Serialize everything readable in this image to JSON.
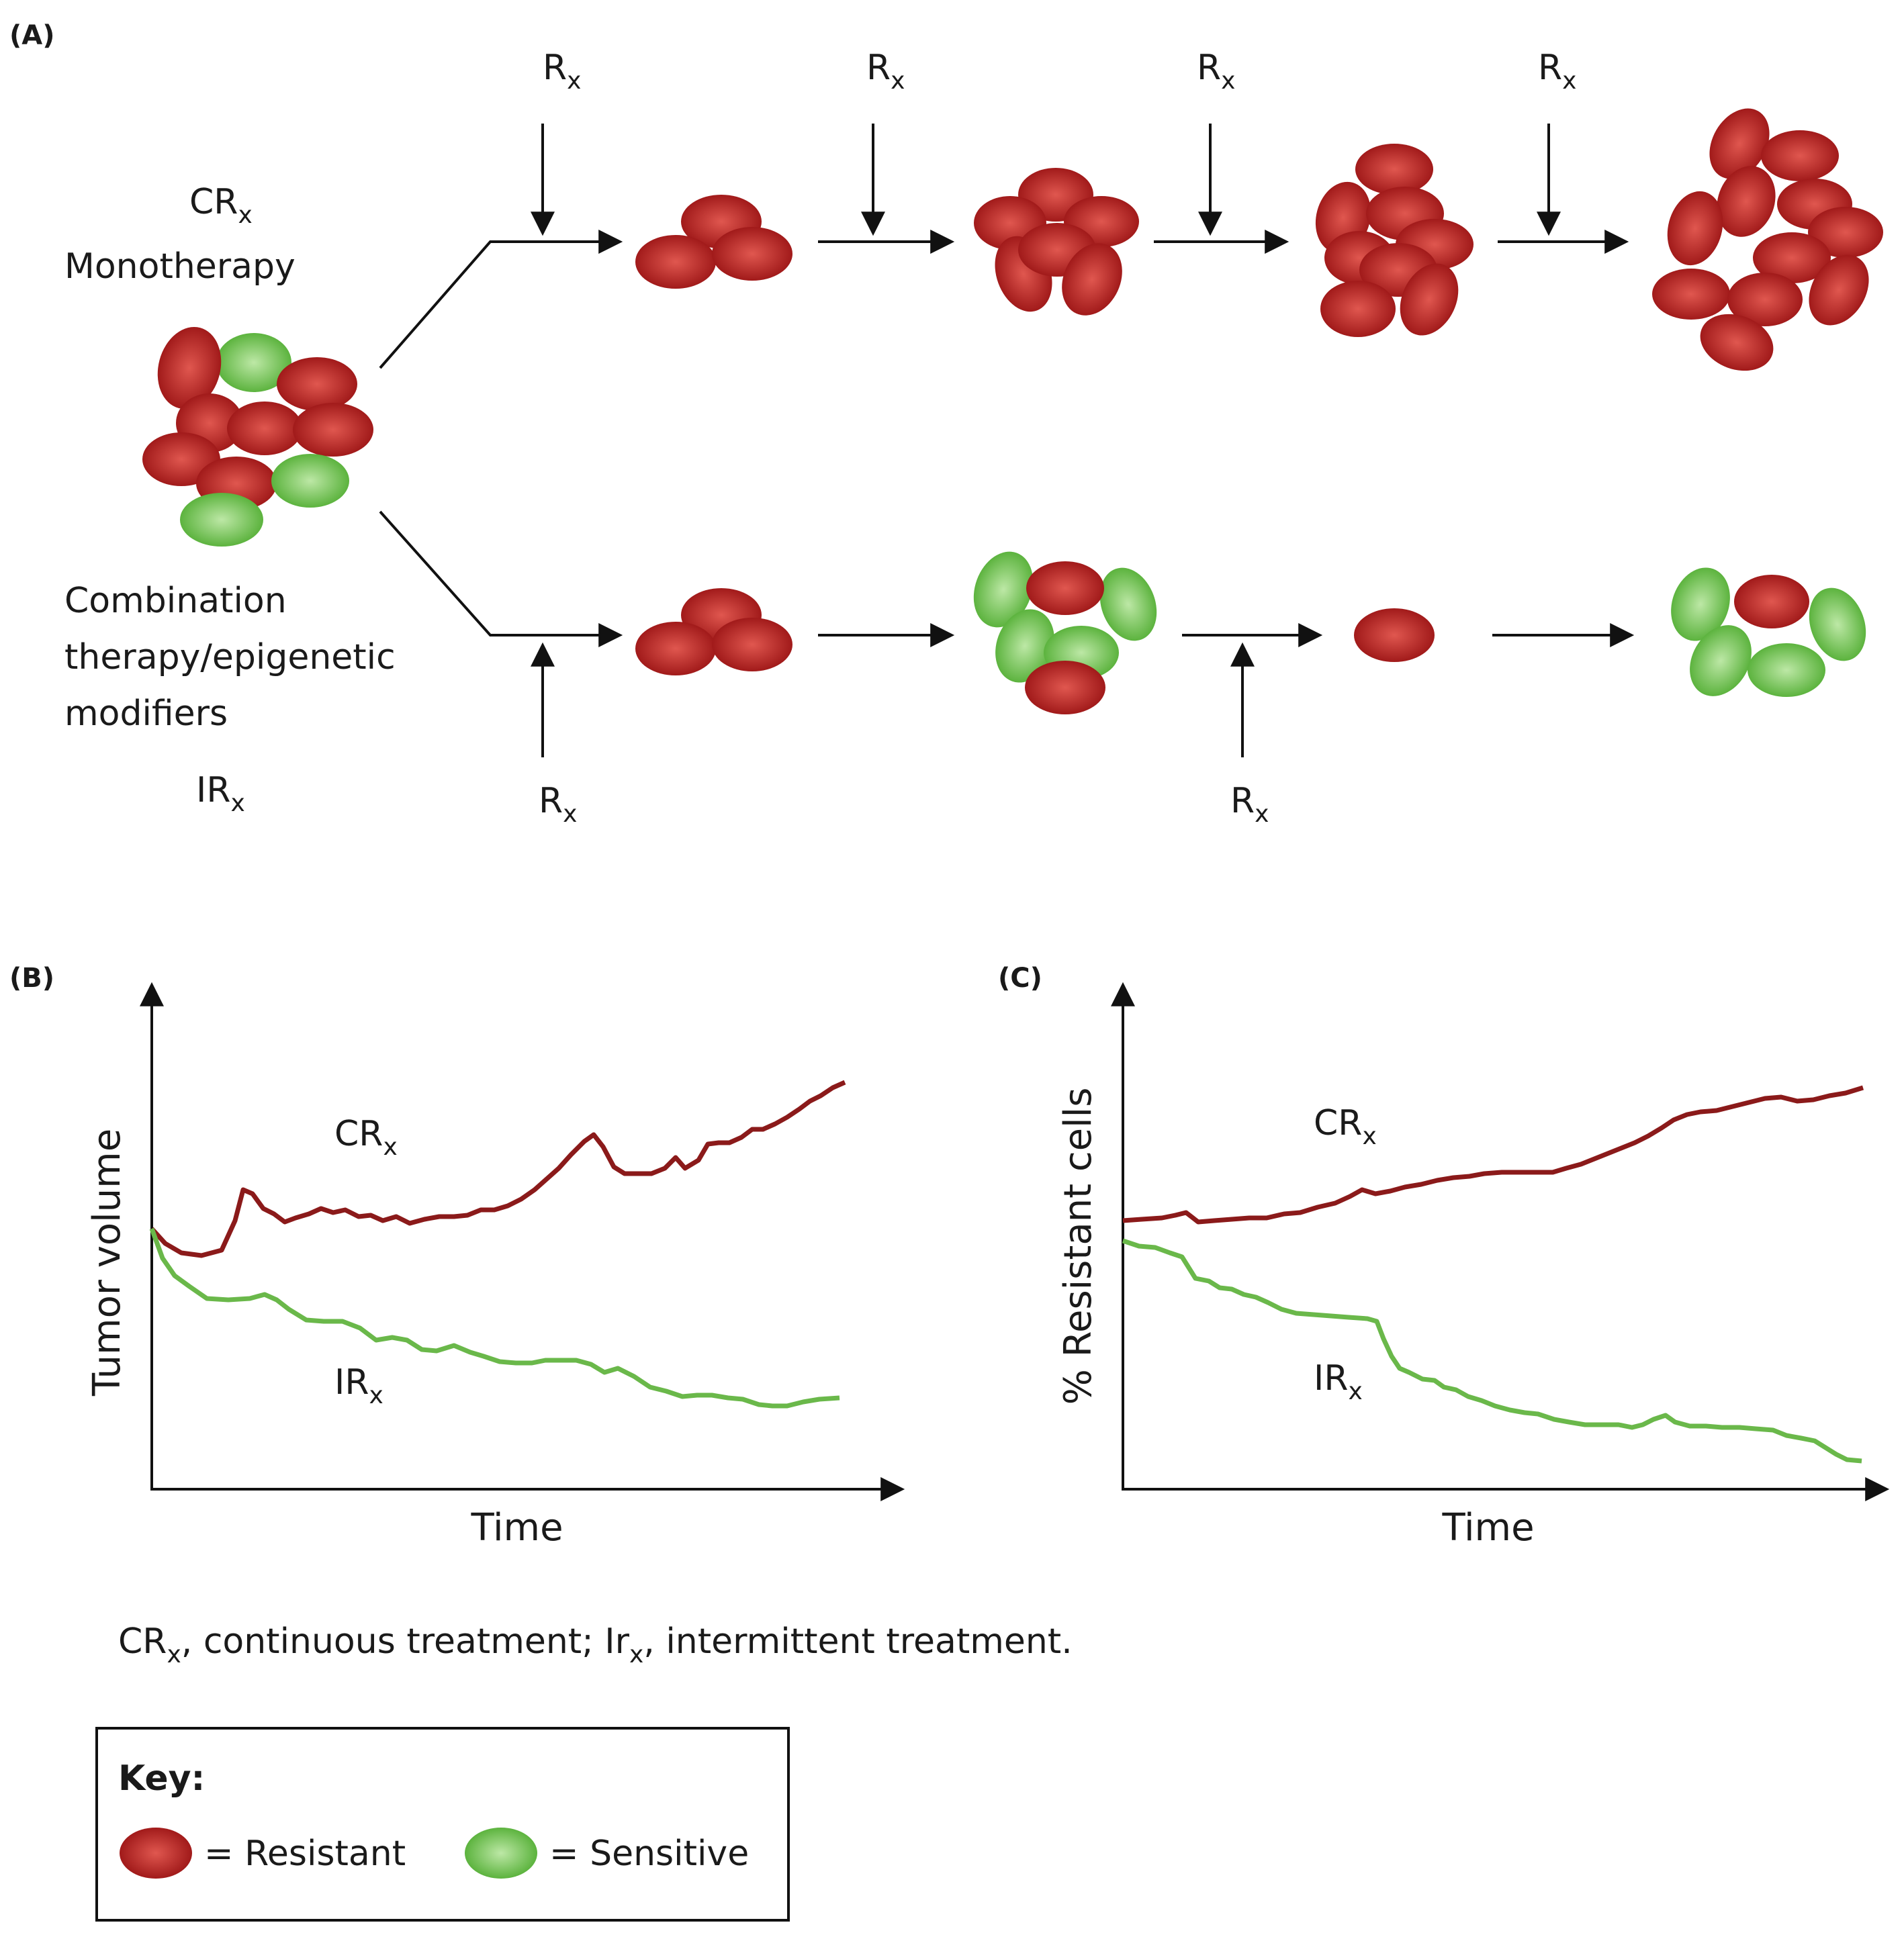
{
  "panel_a": {
    "label": "(A)",
    "mono_label_main": "CR",
    "mono_label_sub": "x",
    "mono_title": "Monotherapy",
    "combo_title_lines": [
      "Combination",
      "therapy/epigenetic",
      "modifiers"
    ],
    "combo_label_main": "IR",
    "combo_label_sub": "x",
    "rx_main": "R",
    "rx_sub": "x"
  },
  "panel_b": {
    "label": "(B)",
    "ylabel": "Tumor volume",
    "xlabel": "Time",
    "top_label_main": "CR",
    "top_label_sub": "x",
    "bottom_label_main": "IR",
    "bottom_label_sub": "x"
  },
  "panel_c": {
    "label": "(C)",
    "ylabel": "% Resistant cells",
    "xlabel": "Time",
    "top_label_main": "CR",
    "top_label_sub": "x",
    "bottom_label_main": "IR",
    "bottom_label_sub": "x"
  },
  "caption": {
    "p1": "CR",
    "s1": "x",
    "p2": ", continuous treatment; Ir",
    "s2": "x",
    "p3": ", intermittent treatment."
  },
  "key": {
    "title": "Key:",
    "resistant": "= Resistant",
    "sensitive": "= Sensitive"
  },
  "colors": {
    "resistant_line": "#8b1a1a",
    "sensitive_line": "#6ab84a",
    "resistant_cell_dark": "#a11a1a",
    "resistant_cell_light": "#e0574f",
    "sensitive_cell_dark": "#5cb33e",
    "sensitive_cell_light": "#bde8a6"
  }
}
